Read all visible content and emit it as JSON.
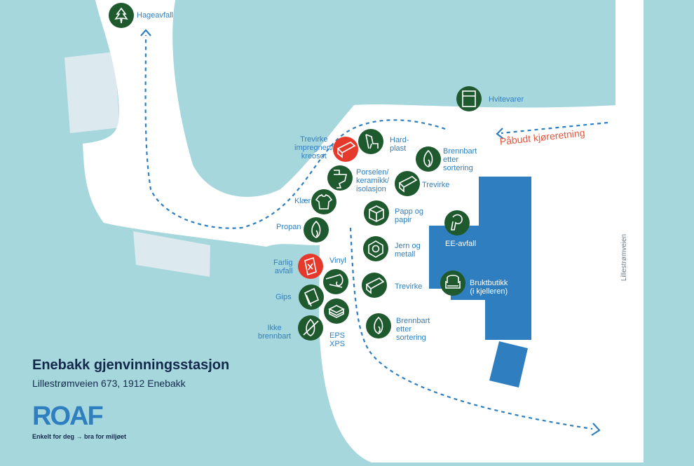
{
  "map": {
    "title": "Enebakk gjenvinningsstasjon",
    "address": "Lillestrømveien 673, 1912 Enebakk",
    "brand": "ROAF",
    "tagline": "Enkelt for deg → bra for miljøet",
    "direction_label": "Påbudt kjøreretning",
    "road_name": "Lillestrømveien"
  },
  "colors": {
    "water": "#a6d7dc",
    "road": "#ffffff",
    "building": "#2f7fc0",
    "icon_green": "#1e5a2e",
    "icon_red": "#e53a2b",
    "label_blue": "#2f7fc0",
    "title_navy": "#13294b",
    "direction_red": "#e4573d"
  },
  "stations": [
    {
      "label": "Hageavfall",
      "icon": "leaf-icon",
      "color": "green"
    },
    {
      "label": "Hvitevarer",
      "icon": "fridge-icon",
      "color": "green"
    },
    {
      "label": "Trevirke\nimpregnert/\nkreosot",
      "icon": "plank-icon",
      "color": "red"
    },
    {
      "label": "Hard-\nplast",
      "icon": "chair-icon",
      "color": "green"
    },
    {
      "label": "Brennbart\netter\nsortering",
      "icon": "flame-icon",
      "color": "green"
    },
    {
      "label": "Porselen/\nkeramikk/\nisolasjon",
      "icon": "toilet-icon",
      "color": "green"
    },
    {
      "label": "Trevirke",
      "icon": "plank-icon",
      "color": "green"
    },
    {
      "label": "Klær",
      "icon": "shirt-icon",
      "color": "green"
    },
    {
      "label": "Papp og\npapir",
      "icon": "box-icon",
      "color": "green"
    },
    {
      "label": "Propan",
      "icon": "flame-icon",
      "color": "green"
    },
    {
      "label": "EE-avfall",
      "icon": "hairdryer-icon",
      "color": "green"
    },
    {
      "label": "Jern og\nmetall",
      "icon": "nut-icon",
      "color": "green"
    },
    {
      "label": "Farlig\navfall",
      "icon": "hazard-can-icon",
      "color": "red"
    },
    {
      "label": "Vinyl",
      "icon": "vinyl-roll-icon",
      "color": "green"
    },
    {
      "label": "Bruktbutikk\n(i kjelleren)",
      "icon": "armchair-icon",
      "color": "green"
    },
    {
      "label": "Gips",
      "icon": "plasterboard-icon",
      "color": "green"
    },
    {
      "label": "Trevirke",
      "icon": "plank-icon",
      "color": "green"
    },
    {
      "label": "Ikke\nbrennbart",
      "icon": "no-flame-icon",
      "color": "green"
    },
    {
      "label": "EPS\nXPS",
      "icon": "eps-block-icon",
      "color": "green"
    },
    {
      "label": "Brennbart\netter\nsortering",
      "icon": "flame-icon",
      "color": "green"
    }
  ]
}
